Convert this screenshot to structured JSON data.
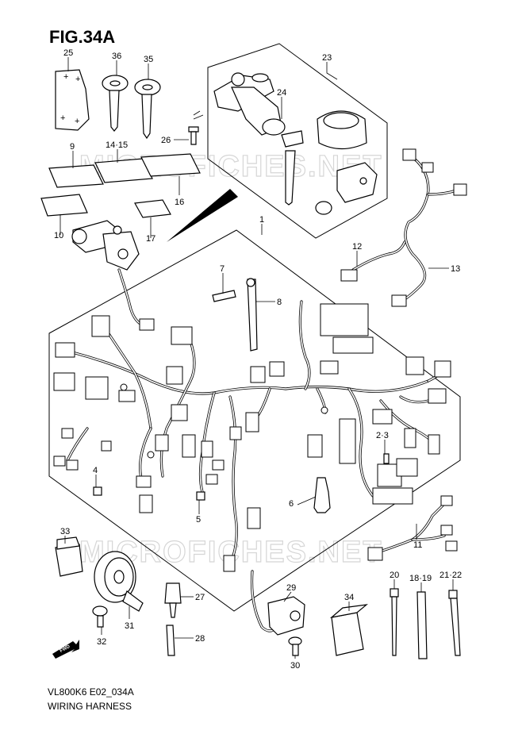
{
  "figure": {
    "title": "FIG.34A",
    "code": "VL800K6 E02_034A",
    "name": "WIRING HARNESS",
    "watermark": "MICROFICHES.NET",
    "forward_label": "FWD"
  },
  "callouts": [
    "25",
    "36",
    "35",
    "23",
    "24",
    "26",
    "9",
    "14·15",
    "16",
    "10",
    "17",
    "1",
    "12",
    "13",
    "7",
    "8",
    "2·3",
    "4",
    "5",
    "6",
    "33",
    "20",
    "18·19",
    "21·22",
    "11",
    "27",
    "28",
    "29",
    "34",
    "31",
    "32",
    "30"
  ]
}
